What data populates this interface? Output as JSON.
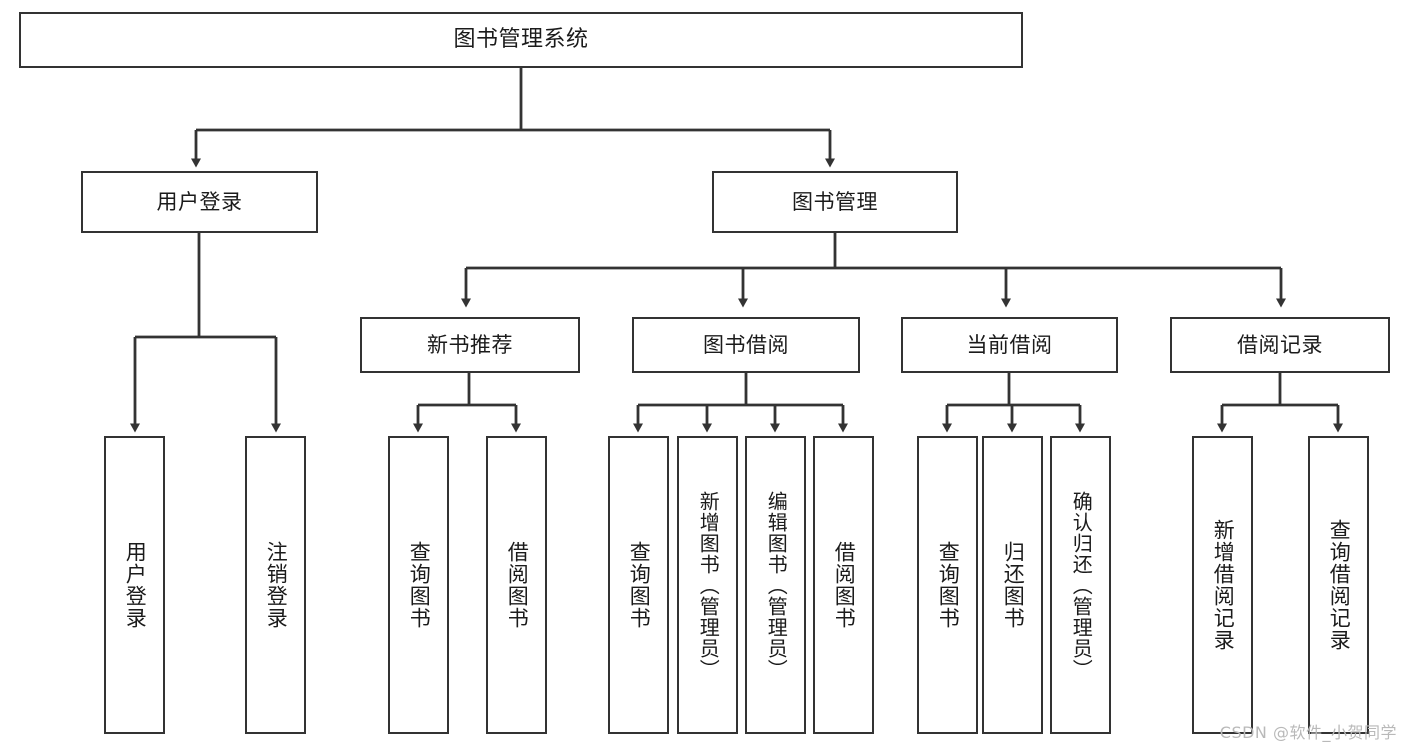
{
  "diagram": {
    "title": "图书管理系统",
    "type": "tree",
    "watermark": "CSDN @软件_小贺同学",
    "stroke_color": "#333333",
    "fill_color": "#ffffff",
    "text_color": "#1b1b1b",
    "nodes": {
      "root": {
        "label": "图书管理系统"
      },
      "level2": [
        {
          "label": "用户登录"
        },
        {
          "label": "图书管理"
        }
      ],
      "level3": [
        {
          "label": "新书推荐"
        },
        {
          "label": "图书借阅"
        },
        {
          "label": "当前借阅"
        },
        {
          "label": "借阅记录"
        }
      ],
      "leaves": {
        "user_login": [
          {
            "label": "用户登录"
          },
          {
            "label": "注销登录"
          }
        ],
        "new_book_recommend": [
          {
            "label": "查询图书"
          },
          {
            "label": "借阅图书"
          }
        ],
        "book_borrow": [
          {
            "label": "查询图书"
          },
          {
            "label": "新增图书（管理员）"
          },
          {
            "label": "编辑图书（管理员）"
          },
          {
            "label": "借阅图书"
          }
        ],
        "current_borrow": [
          {
            "label": "查询图书"
          },
          {
            "label": "归还图书"
          },
          {
            "label": "确认归还（管理员）"
          }
        ],
        "borrow_record": [
          {
            "label": "新增借阅记录"
          },
          {
            "label": "查询借阅记录"
          }
        ]
      }
    }
  }
}
